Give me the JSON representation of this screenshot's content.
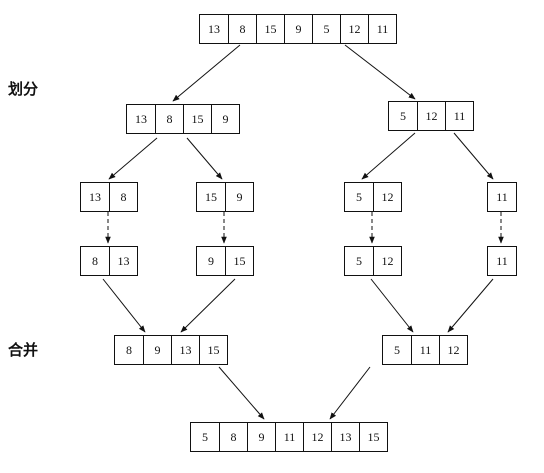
{
  "labels": {
    "divide": "划分",
    "merge": "合并"
  },
  "arrays": {
    "root": [
      "13",
      "8",
      "15",
      "9",
      "5",
      "12",
      "11"
    ],
    "left_half": [
      "13",
      "8",
      "15",
      "9"
    ],
    "right_half": [
      "5",
      "12",
      "11"
    ],
    "split_a": [
      "13",
      "8"
    ],
    "split_b": [
      "15",
      "9"
    ],
    "split_c": [
      "5",
      "12"
    ],
    "split_d": [
      "11"
    ],
    "sorted_a": [
      "8",
      "13"
    ],
    "sorted_b": [
      "9",
      "15"
    ],
    "sorted_c": [
      "5",
      "12"
    ],
    "sorted_d": [
      "11"
    ],
    "merged_left": [
      "8",
      "9",
      "13",
      "15"
    ],
    "merged_right": [
      "5",
      "11",
      "12"
    ],
    "result": [
      "5",
      "8",
      "9",
      "11",
      "12",
      "13",
      "15"
    ]
  }
}
